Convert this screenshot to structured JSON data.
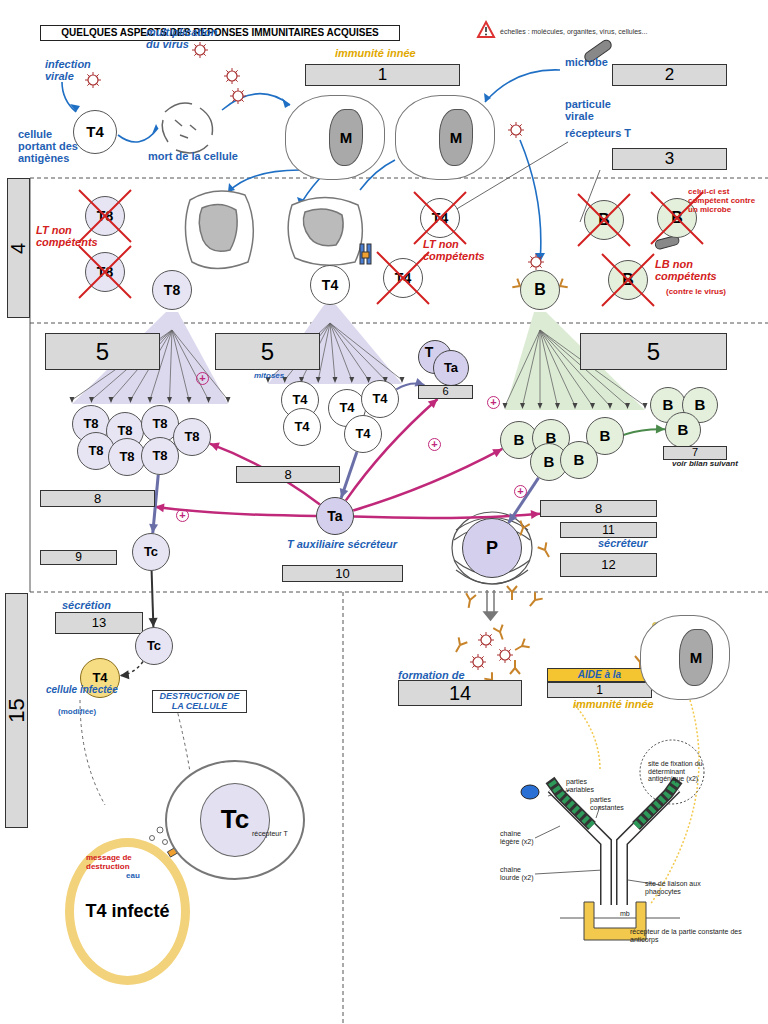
{
  "diagram": {
    "title": "QUELQUES ASPECTS DES REPONSES IMMUNITAIRES ACQUISES",
    "nodes": [
      {
        "text": [
          "1"
        ]
      },
      {
        "text": [
          "2"
        ]
      },
      {
        "text": [
          "3"
        ]
      },
      {
        "text": [
          "4"
        ]
      },
      {
        "text": [
          "T4"
        ]
      },
      {
        "text": [
          "M"
        ]
      },
      {
        "text": [
          "M"
        ]
      },
      {
        "text": [
          "T8"
        ]
      },
      {
        "text": [
          "T8"
        ]
      },
      {
        "text": [
          "T8"
        ]
      },
      {
        "text": [
          "T4"
        ]
      },
      {
        "text": [
          "T4"
        ]
      },
      {
        "text": [
          "T4"
        ]
      },
      {
        "text": [
          "B"
        ]
      },
      {
        "text": [
          "B"
        ]
      },
      {
        "text": [
          "B"
        ]
      },
      {
        "text": [
          "B"
        ]
      },
      {
        "text": [
          "5"
        ]
      },
      {
        "text": [
          "5"
        ]
      },
      {
        "text": [
          "5"
        ]
      },
      {
        "text": [
          "T"
        ]
      },
      {
        "text": [
          "Ta"
        ]
      },
      {
        "text": [
          "6"
        ]
      },
      {
        "text": [
          "T8"
        ]
      },
      {
        "text": [
          "T8"
        ]
      },
      {
        "text": [
          "T8"
        ]
      },
      {
        "text": [
          "T8"
        ]
      },
      {
        "text": [
          "T8"
        ]
      },
      {
        "text": [
          "T8"
        ]
      },
      {
        "text": [
          "T8"
        ]
      },
      {
        "text": [
          "T4"
        ]
      },
      {
        "text": [
          "T4"
        ]
      },
      {
        "text": [
          "T4"
        ]
      },
      {
        "text": [
          "T4"
        ]
      },
      {
        "text": [
          "T4"
        ]
      },
      {
        "text": [
          "B"
        ]
      },
      {
        "text": [
          "B"
        ]
      },
      {
        "text": [
          "B"
        ]
      },
      {
        "text": [
          "B"
        ]
      },
      {
        "text": [
          "B"
        ]
      },
      {
        "text": [
          "B"
        ]
      },
      {
        "text": [
          "B"
        ]
      },
      {
        "text": [
          "B"
        ]
      },
      {
        "text": [
          "7"
        ]
      },
      {
        "text": [
          "8"
        ]
      },
      {
        "text": [
          "8"
        ]
      },
      {
        "text": [
          "8"
        ]
      },
      {
        "text": [
          "Ta"
        ]
      },
      {
        "text": [
          "9"
        ]
      },
      {
        "text": [
          "Tc"
        ]
      },
      {
        "text": [
          "P"
        ]
      },
      {
        "text": [
          "11"
        ]
      },
      {
        "text": [
          "12"
        ]
      },
      {
        "text": [
          "10"
        ]
      },
      {
        "text": [
          "15"
        ]
      },
      {
        "text": [
          "13"
        ]
      },
      {
        "text": [
          "Tc"
        ]
      },
      {
        "text": [
          "T4"
        ]
      },
      {
        "text": [
          "DESTRUCTION DE LA CELLULE"
        ]
      },
      {
        "text": [
          "14"
        ]
      },
      {
        "text": [
          "AIDE à la"
        ]
      },
      {
        "text": [
          "1"
        ]
      },
      {
        "text": [
          "M"
        ]
      },
      {
        "text": [
          "Tc"
        ]
      },
      {
        "text": [
          "T4 infecté"
        ]
      }
    ],
    "edges": [
      {
        "from": 34,
        "to": 47,
        "arrow": "to"
      },
      {
        "from": 32,
        "to": 22,
        "arrow": "to"
      },
      {
        "from": 47,
        "to": 26,
        "arrow": "to"
      },
      {
        "from": 47,
        "to": 45,
        "arrow": "to"
      },
      {
        "from": 47,
        "to": 22,
        "arrow": "to"
      },
      {
        "from": 47,
        "to": 35,
        "arrow": "to"
      },
      {
        "from": 47,
        "to": 46,
        "arrow": "to"
      },
      {
        "from": 29,
        "to": 49,
        "arrow": "to"
      },
      {
        "from": 38,
        "to": 50,
        "arrow": "to"
      },
      {
        "from": 39,
        "to": 42,
        "arrow": "to"
      },
      {
        "from": 49,
        "to": 56,
        "arrow": "to"
      },
      {
        "from": 56,
        "to": 57,
        "arrow": "to"
      }
    ],
    "labels": [
      "échelles : molécules, organites, virus, cellules...",
      "infection virale",
      "multiplication du virus",
      "immunité innée",
      "microbe",
      "cellule portant des antigènes",
      "mort de la cellule",
      "particule virale",
      "récepteurs T",
      "LT non compétents",
      "LT non compétents",
      "celui-ci est compétent contre un microbe",
      "LB non compétents",
      "(contre le virus)",
      "mitoses",
      "+",
      "+",
      "+",
      "+",
      "+",
      "voir bilan suivant",
      "T auxiliaire sécréteur",
      "sécréteur",
      "sécrétion",
      "cellule infectée",
      "(modifiée)",
      "formation de",
      "immunité innée",
      "message de destruction",
      "eau",
      "récepteur T",
      "parties variables",
      "parties constantes",
      "chaîne légère (x2)",
      "chaîne lourde (x2)",
      "site de fixation du déterminant antigénique (x2)",
      "site de liaison aux phagocytes",
      "mb",
      "récepteur de la partie constante des anticorps"
    ]
  }
}
